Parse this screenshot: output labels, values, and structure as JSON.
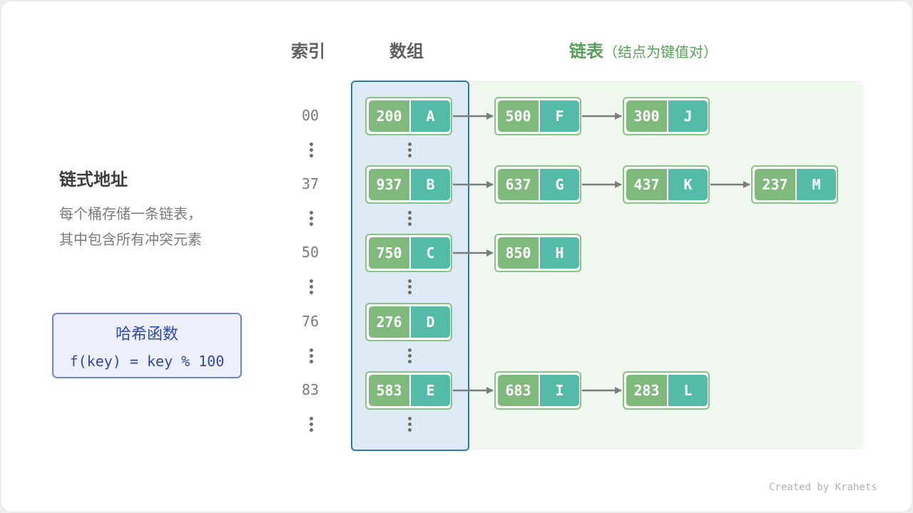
{
  "headers": {
    "index": "索引",
    "array": "数组",
    "list": "链表",
    "list_sub": "（结点为键值对）"
  },
  "left_panel": {
    "title": "链式地址",
    "desc_line1": "每个桶存储一条链表，",
    "desc_line2": "其中包含所有冲突元素",
    "hash_title": "哈希函数",
    "hash_fn": "f(key) = key % 100"
  },
  "buckets": [
    {
      "index": "00",
      "array": {
        "key": "200",
        "val": "A"
      },
      "chain": [
        {
          "key": "500",
          "val": "F"
        },
        {
          "key": "300",
          "val": "J"
        }
      ]
    },
    {
      "index": "37",
      "array": {
        "key": "937",
        "val": "B"
      },
      "chain": [
        {
          "key": "637",
          "val": "G"
        },
        {
          "key": "437",
          "val": "K"
        },
        {
          "key": "237",
          "val": "M"
        }
      ]
    },
    {
      "index": "50",
      "array": {
        "key": "750",
        "val": "C"
      },
      "chain": [
        {
          "key": "850",
          "val": "H"
        }
      ]
    },
    {
      "index": "76",
      "array": {
        "key": "276",
        "val": "D"
      },
      "chain": []
    },
    {
      "index": "83",
      "array": {
        "key": "583",
        "val": "E"
      },
      "chain": [
        {
          "key": "683",
          "val": "I"
        },
        {
          "key": "283",
          "val": "L"
        }
      ]
    }
  ],
  "credit": "Created by Krahets",
  "colors": {
    "key_bg": "#80b97c",
    "val_bg": "#55bba9",
    "list_title": "#57a05a",
    "hash_text": "#2f47a8",
    "array_border": "#2b7ab8"
  }
}
